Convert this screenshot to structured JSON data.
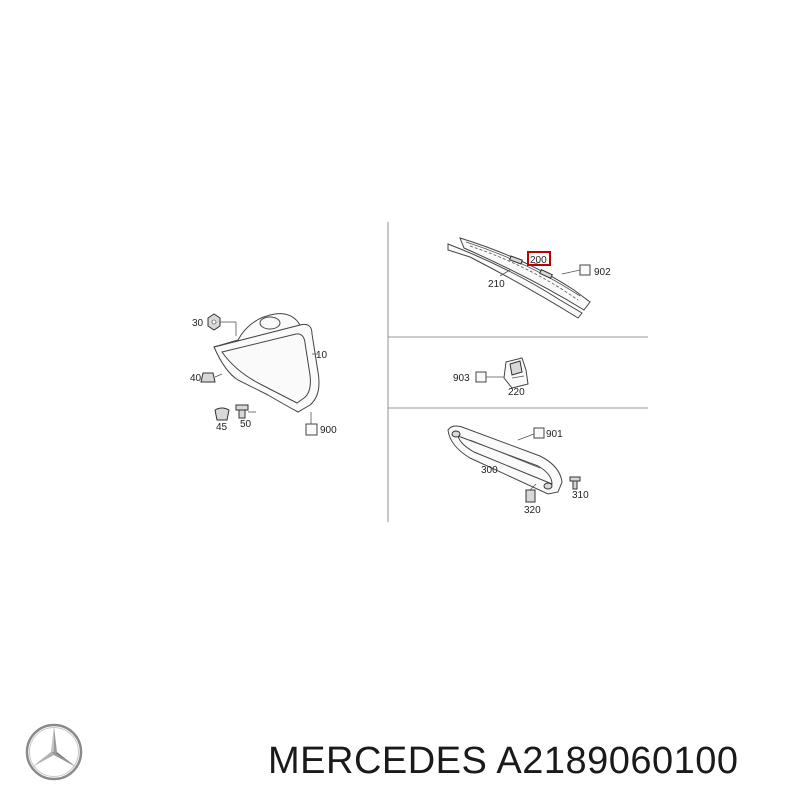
{
  "labels": {
    "l10": "10",
    "l30": "30",
    "l40": "40",
    "l45": "45",
    "l50": "50",
    "l900": "900",
    "l200": "200",
    "l210": "210",
    "l902": "902",
    "l903": "903",
    "l220": "220",
    "l901": "901",
    "l300": "300",
    "l310": "310",
    "l320": "320"
  },
  "footer": {
    "brand": "MERCEDES",
    "part_number": "A2189060100"
  },
  "colors": {
    "highlight": "#c00000",
    "ink": "#333333"
  },
  "icons": {
    "logo": "mercedes-star-icon"
  }
}
